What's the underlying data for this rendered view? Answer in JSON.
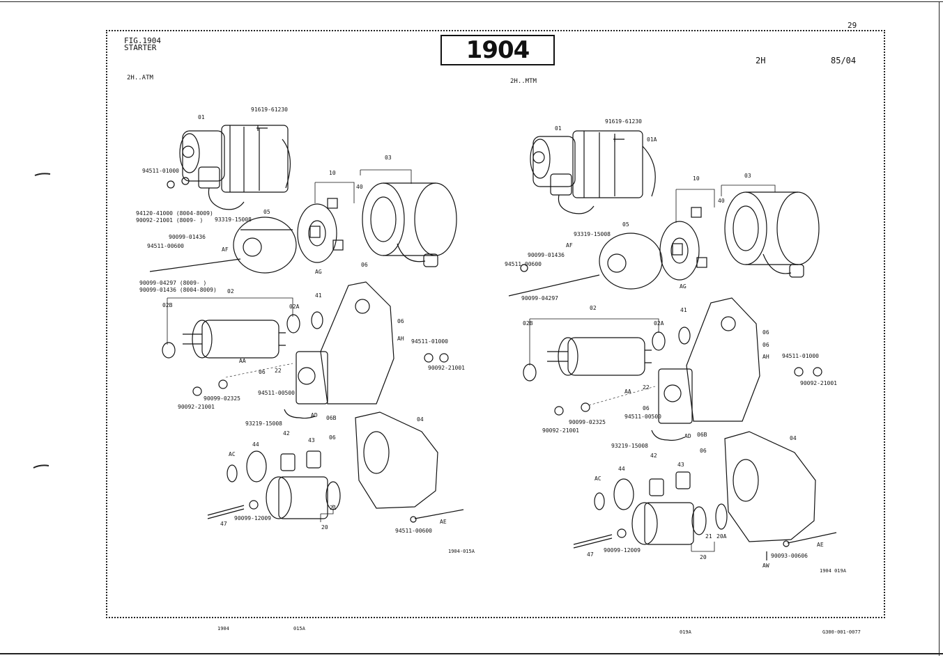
{
  "header": {
    "page_number": "29",
    "fig_title_line1": "FIG.1904",
    "fig_title_line2": "STARTER",
    "fig_number": "1904",
    "model": "2H",
    "date": "85/04",
    "variant_left": "2H..ATM",
    "variant_right": "2H..MTM"
  },
  "footer": {
    "code1": "1904",
    "code2": "015A",
    "code3": "019A",
    "code4": "G300-001-0077"
  },
  "left_diagram": {
    "drawing_number": "1904-015A",
    "labels": {
      "l01": "01",
      "l91619": "91619-61230",
      "l94511a": "94511-01000",
      "l94120": "94120-41000 (8004-8009)",
      "l90092a": "90092-21001 (8009-     )",
      "l93319": "93319-15008",
      "l90099a": "90099-01436",
      "l94511b": "94511-00600",
      "lAF": "AF",
      "l05": "05",
      "l10": "10",
      "l03": "03",
      "l40": "40",
      "lAG": "AG",
      "l90099b": "90099-04297 (8009-     )",
      "l90099c": "90099-01436 (8004-8009)",
      "l02": "02",
      "l02B": "02B",
      "l02A": "02A",
      "l41": "41",
      "l06a": "06",
      "l06b": "06",
      "lAH": "AH",
      "l94511c": "94511-01000",
      "l90092b": "90092-21001",
      "lAA": "AA",
      "l06c": "06",
      "l22": "22",
      "l90099d": "90099-02325",
      "l90092c": "90092-21001",
      "l94511d": "94511-00500",
      "lAD": "AD",
      "l93219": "93219-15008",
      "l06B": "06B",
      "l06d": "06",
      "l04": "04",
      "lAC": "AC",
      "l44": "44",
      "l42": "42",
      "l43": "43",
      "l47": "47",
      "l90099e": "90099-12009",
      "l21": "21",
      "l20": "20",
      "lAE": "AE",
      "l94511e": "94511-00600"
    }
  },
  "right_diagram": {
    "drawing_number": "1904 019A",
    "labels": {
      "r01": "01",
      "r91619": "91619-61230",
      "r01A": "01A",
      "r10": "10",
      "r03": "03",
      "r40": "40",
      "r93319": "93319-15008",
      "r05": "05",
      "rAF": "AF",
      "r90099a": "90099-01436",
      "r94511a": "94511-00600",
      "rAG": "AG",
      "r90099b": "90099-04297",
      "r02": "02",
      "r02B": "02B",
      "r02A": "02A",
      "r41": "41",
      "r06a": "06",
      "r06b": "06",
      "rAH": "AH",
      "r94511b": "94511-01000",
      "r90092a": "90092-21001",
      "rAA": "AA",
      "r22": "22",
      "r06c": "06",
      "r94511c": "94511-00500",
      "r90099c": "90099-02325",
      "r90092b": "90092-21001",
      "rAD": "AD",
      "r06B": "06B",
      "r93219": "93219-15008",
      "r06d": "06",
      "r04": "04",
      "r42": "42",
      "r43": "43",
      "rAC": "AC",
      "r44": "44",
      "r21": "21",
      "r20A": "20A",
      "r47": "47",
      "r90099d": "90099-12009",
      "r20": "20",
      "rAW": "AW",
      "r90093": "90093-00606",
      "rAE": "AE"
    }
  }
}
